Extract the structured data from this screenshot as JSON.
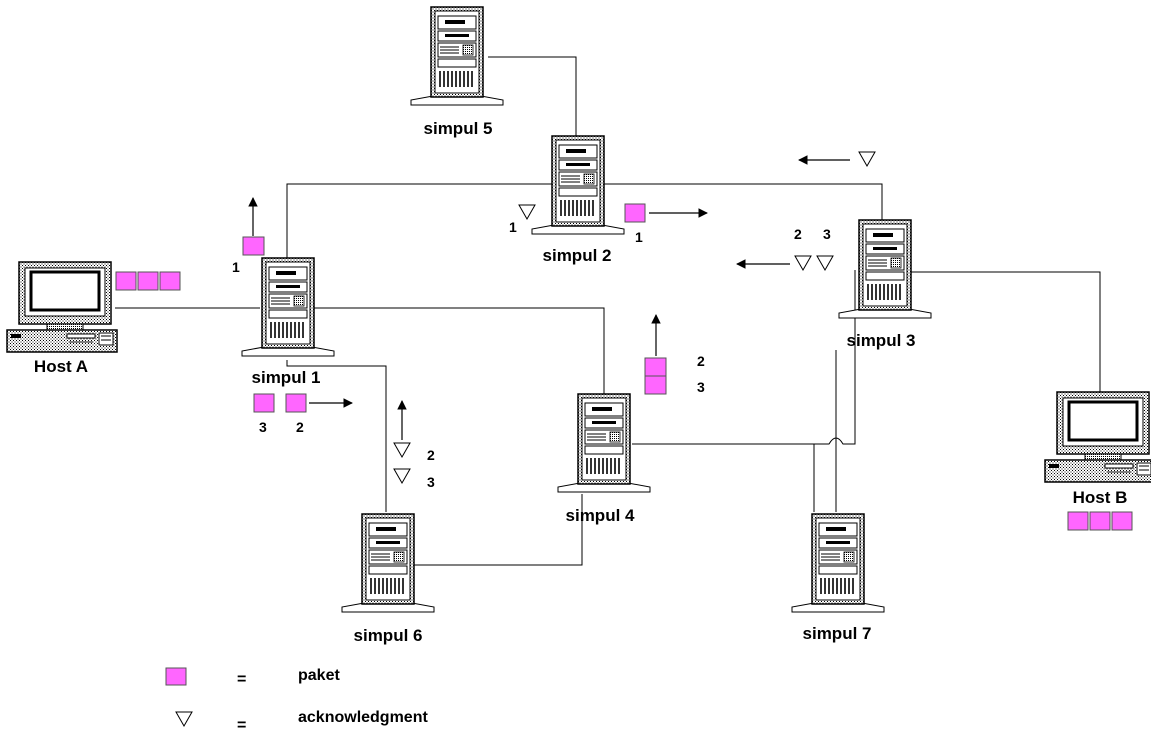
{
  "nodes": {
    "simpul1": "simpul 1",
    "simpul2": "simpul 2",
    "simpul3": "simpul 3",
    "simpul4": "simpul 4",
    "simpul5": "simpul 5",
    "simpul6": "simpul 6",
    "simpul7": "simpul 7",
    "hostA": "Host A",
    "hostB": "Host B"
  },
  "numbers": {
    "s1_up_packet": "1",
    "s2_ack": "1",
    "s2_packet": "1",
    "s3_ack_a": "2",
    "s3_ack_b": "3",
    "s4_packet_top": "2",
    "s4_packet_bottom": "3",
    "s1_packet_left": "3",
    "s1_packet_right": "2",
    "s6_ack_top": "2",
    "s6_ack_bottom": "3"
  },
  "legend": {
    "eq1": "=",
    "packet_label": "paket",
    "eq2": "=",
    "ack_label": "acknowledgment"
  },
  "colors": {
    "packet": "#ff66ff",
    "line": "#000000"
  }
}
